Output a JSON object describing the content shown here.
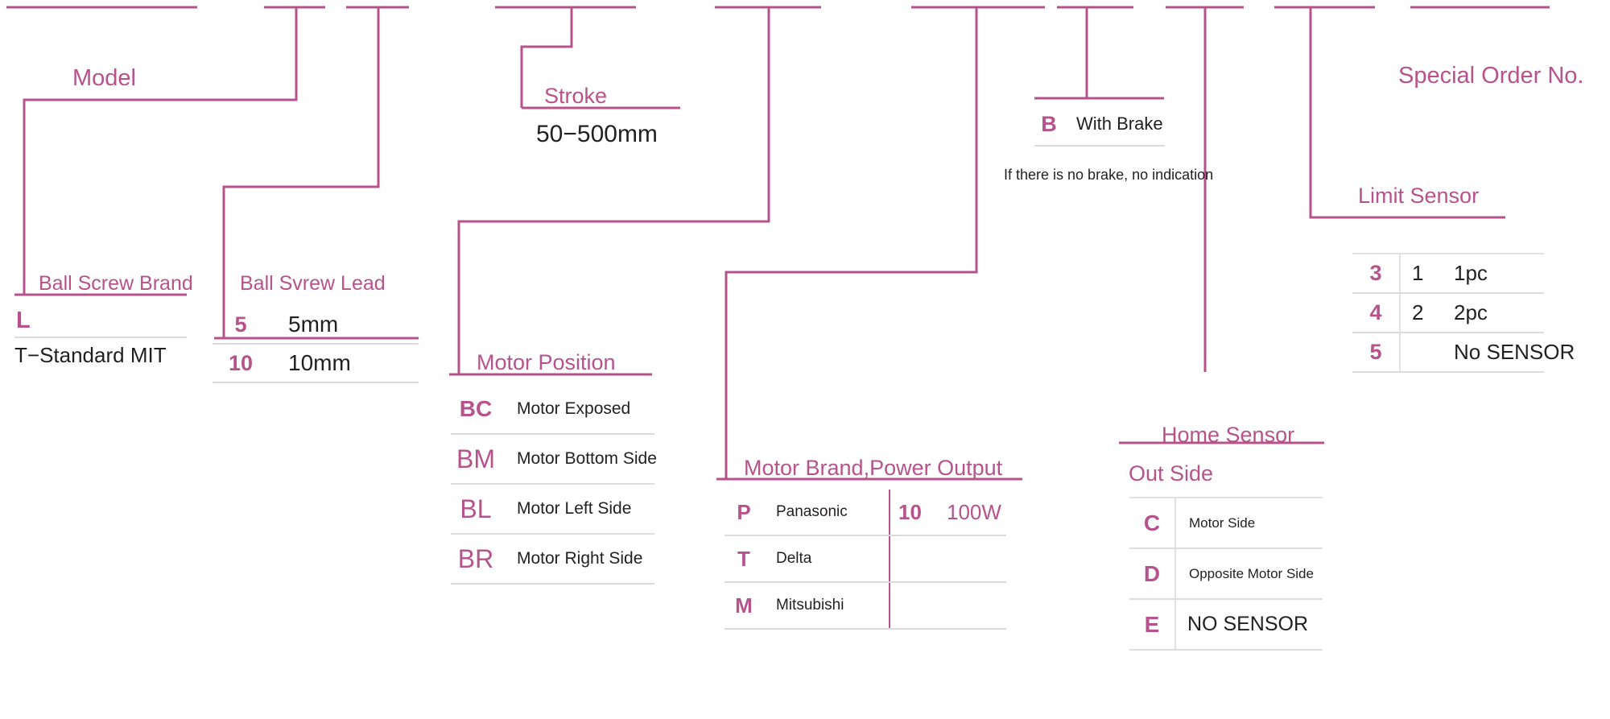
{
  "diagram": {
    "title": "Model code configuration diagram",
    "accent_color": "#b7538c",
    "text_color": "#231f20",
    "rule_color": "#dcdcdc"
  },
  "sections": {
    "model": {
      "label": "Model"
    },
    "ball_screw_brand": {
      "label": "Ball Screw Brand",
      "code": "L",
      "description": "T−Standard MIT"
    },
    "ball_screw_lead": {
      "label": "Ball Svrew Lead",
      "rows": [
        {
          "code": "5",
          "value": "5mm"
        },
        {
          "code": "10",
          "value": "10mm"
        }
      ]
    },
    "stroke": {
      "label": "Stroke",
      "value": "50−500mm"
    },
    "motor_position": {
      "label": "Motor Position",
      "rows": [
        {
          "code": "BC",
          "value": "Motor Exposed"
        },
        {
          "code": "BM",
          "value": "Motor Bottom Side"
        },
        {
          "code": "BL",
          "value": "Motor Left Side"
        },
        {
          "code": "BR",
          "value": "Motor Right Side"
        }
      ]
    },
    "motor_brand_power": {
      "label": "Motor Brand,Power Output",
      "brand_rows": [
        {
          "code": "P",
          "value": "Panasonic"
        },
        {
          "code": "T",
          "value": "Delta"
        },
        {
          "code": "M",
          "value": "Mitsubishi"
        }
      ],
      "power_rows": [
        {
          "code": "10",
          "value": "100W"
        },
        {
          "code": "",
          "value": ""
        },
        {
          "code": "",
          "value": ""
        }
      ]
    },
    "brake": {
      "code": "B",
      "label": "With Brake",
      "note": "If there is no brake, no indication"
    },
    "home_sensor": {
      "label": "Home Sensor",
      "sub_label": "Out Side",
      "rows": [
        {
          "code": "C",
          "value": "Motor Side"
        },
        {
          "code": "D",
          "value": "Opposite Motor Side"
        },
        {
          "code": "E",
          "value": "NO SENSOR"
        }
      ]
    },
    "limit_sensor": {
      "label": "Limit Sensor",
      "rows": [
        {
          "code": "3",
          "qty": "1",
          "value": "1pc"
        },
        {
          "code": "4",
          "qty": "2",
          "value": "2pc"
        },
        {
          "code": "5",
          "qty": "",
          "value": "No SENSOR"
        }
      ]
    },
    "special_order": {
      "label": "Special Order No."
    }
  }
}
